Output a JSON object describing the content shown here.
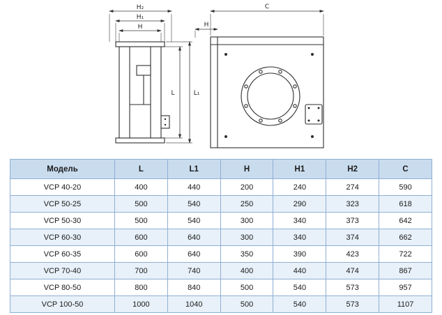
{
  "diagram": {
    "left_view": {
      "labels": {
        "h2": "H₂",
        "h1": "H₁",
        "h": "H",
        "l": "L",
        "l1": "L₁"
      }
    },
    "right_view": {
      "labels": {
        "c": "C",
        "h": "H"
      }
    }
  },
  "table": {
    "headers": [
      "Модель",
      "L",
      "L1",
      "H",
      "H1",
      "H2",
      "C"
    ],
    "rows": [
      [
        "VCP 40-20",
        "400",
        "440",
        "200",
        "240",
        "274",
        "590"
      ],
      [
        "VCP 50-25",
        "500",
        "540",
        "250",
        "290",
        "323",
        "618"
      ],
      [
        "VCP 50-30",
        "500",
        "540",
        "300",
        "340",
        "373",
        "642"
      ],
      [
        "VCP 60-30",
        "600",
        "640",
        "300",
        "340",
        "374",
        "662"
      ],
      [
        "VCP 60-35",
        "600",
        "640",
        "350",
        "390",
        "423",
        "722"
      ],
      [
        "VCP 70-40",
        "700",
        "740",
        "400",
        "440",
        "474",
        "867"
      ],
      [
        "VCP 80-50",
        "800",
        "840",
        "500",
        "540",
        "573",
        "957"
      ],
      [
        "VCP 100-50",
        "1000",
        "1040",
        "500",
        "540",
        "573",
        "1107"
      ]
    ]
  },
  "colors": {
    "header_bg": "#c9dcee",
    "row_alt_bg": "#e8f1f9",
    "table_border": "#8fafd4"
  }
}
